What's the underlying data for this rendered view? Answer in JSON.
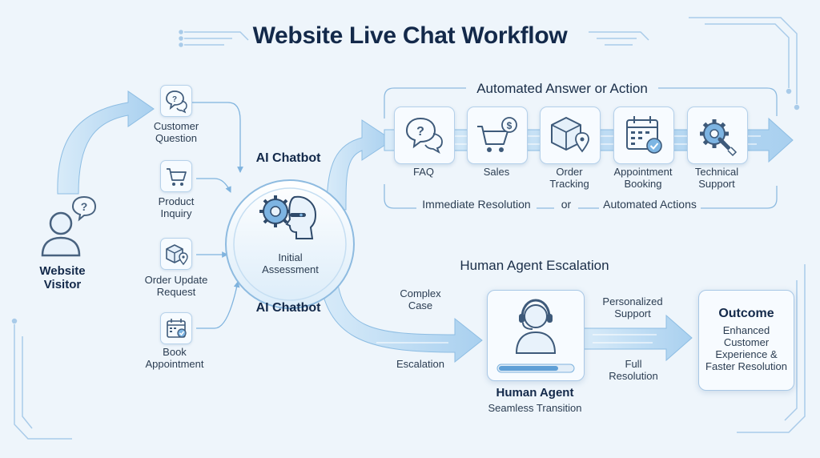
{
  "title": "Website Live Chat Workflow",
  "visitor": {
    "label_line1": "Website",
    "label_line2": "Visitor"
  },
  "inputs": [
    {
      "line1": "Customer",
      "line2": "Question",
      "icon": "speech-bubbles-question-icon"
    },
    {
      "line1": "Product",
      "line2": "Inquiry",
      "icon": "shopping-cart-icon"
    },
    {
      "line1": "Order Update",
      "line2": "Request",
      "icon": "package-location-icon"
    },
    {
      "line1": "Book",
      "line2": "Appointment",
      "icon": "calendar-check-icon"
    }
  ],
  "chatbot": {
    "label_top": "AI Chatbot",
    "label_bottom": "AI Chatbot",
    "inner_line1": "Initial",
    "inner_line2": "Assessment",
    "icon": "robot-head-gear-icon"
  },
  "automated": {
    "heading": "Automated Answer or Action",
    "cards": [
      {
        "line1": "FAQ",
        "line2": "",
        "icon": "speech-bubbles-question-icon"
      },
      {
        "line1": "Sales",
        "line2": "",
        "icon": "cart-dollar-icon"
      },
      {
        "line1": "Order",
        "line2": "Tracking",
        "icon": "package-location-icon"
      },
      {
        "line1": "Appointment",
        "line2": "Booking",
        "icon": "calendar-check-icon"
      },
      {
        "line1": "Technical",
        "line2": "Support",
        "icon": "gear-wrench-icon"
      }
    ],
    "footer_left": "Immediate Resolution",
    "footer_mid": "or",
    "footer_right": "Automated Actions"
  },
  "escalation": {
    "heading": "Human Agent Escalation",
    "complex_line1": "Complex",
    "complex_line2": "Case",
    "escalation_label": "Escalation",
    "agent_title": "Human Agent",
    "agent_sub": "Seamless Transition",
    "personalized_line1": "Personalized",
    "personalized_line2": "Support",
    "full_line1": "Full",
    "full_line2": "Resolution",
    "agent_icon": "headset-agent-icon"
  },
  "outcome": {
    "title": "Outcome",
    "line1": "Enhanced",
    "line2": "Customer",
    "line3": "Experience &",
    "line4": "Faster Resolution"
  },
  "colors": {
    "background": "#eef5fb",
    "arrow_fill": "#bcdcf3",
    "arrow_stroke": "#7fb3de",
    "accent": "#3f7fbf",
    "title": "#13294a"
  }
}
